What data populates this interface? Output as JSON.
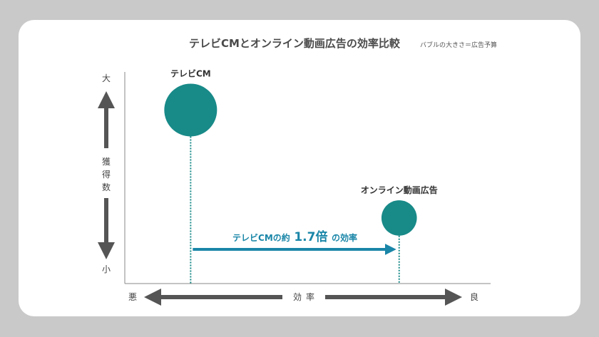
{
  "colors": {
    "bubble": "#188a88",
    "arrow_blue": "#1a86a8",
    "axis_gray": "#555555",
    "card": "#ffffff",
    "background": "#c9c9c9"
  },
  "chart_data": {
    "type": "scatter",
    "title": "テレビCMとオンライン動画広告の効率比較",
    "subtitle": "バブルの大きさ＝広告予算",
    "y_axis": {
      "label_chars": [
        "獲",
        "得",
        "数"
      ],
      "high_label": "大",
      "low_label": "小"
    },
    "x_axis": {
      "label_chars": [
        "効",
        "率"
      ],
      "low_label": "悪",
      "high_label": "良"
    },
    "xlim": [
      0,
      1
    ],
    "ylim": [
      0,
      1
    ],
    "series": [
      {
        "points": [
          {
            "label": "テレビCM",
            "x": 0.18,
            "y": 0.82,
            "size": 1.0
          },
          {
            "label": "オンライン動画広告",
            "x": 0.75,
            "y": 0.31,
            "size": 0.45
          }
        ]
      }
    ],
    "annotation": {
      "prefix": "テレビCMの約",
      "value": "1.7倍",
      "suffix": "の効率"
    }
  }
}
